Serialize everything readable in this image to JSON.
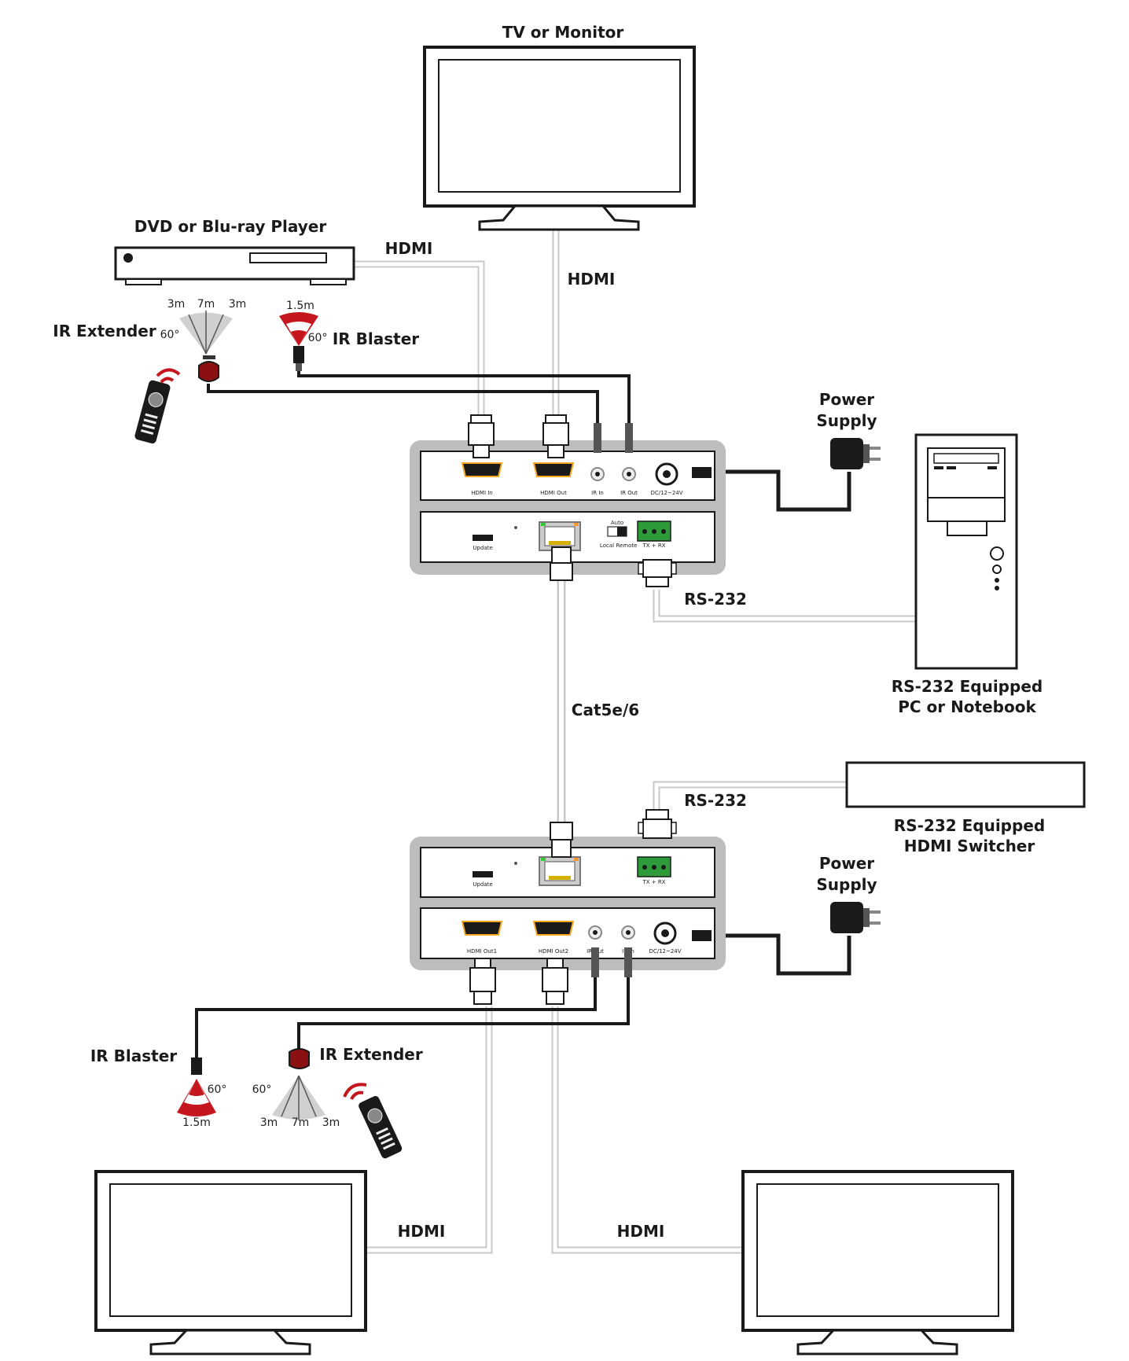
{
  "labels": {
    "tv_monitor": "TV or Monitor",
    "dvd_player": "DVD or Blu-ray Player",
    "hdmi": "HDMI",
    "ir_extender": "IR Extender",
    "ir_blaster": "IR Blaster",
    "power_supply_line1": "Power",
    "power_supply_line2": "Supply",
    "rs232": "RS-232",
    "pc_line1": "RS-232 Equipped",
    "pc_line2": "PC or Notebook",
    "cat": "Cat5e/6",
    "switcher_line1": "RS-232 Equipped",
    "switcher_line2": "HDMI Switcher"
  },
  "ir_range": {
    "extender_side": "3m",
    "extender_center": "7m",
    "blaster_range": "1.5m",
    "angle": "60°"
  },
  "tx_panel": {
    "hdmi_in": "HDMI In",
    "hdmi_out": "HDMI Out",
    "ir_in": "IR In",
    "ir_out": "IR Out",
    "dc": "DC/12~24V",
    "update": "Update",
    "auto": "Auto",
    "local": "Local",
    "remote": "Remote",
    "txrx": "TX + RX"
  },
  "rx_panel": {
    "hdmi_out1": "HDMI Out1",
    "hdmi_out2": "HDMI Out2",
    "ir_out": "IR Out",
    "ir_in": "IR In",
    "dc": "DC/12~24V",
    "update": "Update",
    "txrx": "TX + RX"
  },
  "colors": {
    "cable_dark": "#1a1a1a",
    "cable_light": "#c8c8c8",
    "ir_red": "#c4161c",
    "terminal_green": "#2e9b3a",
    "panel_grey": "#bdbdbd"
  }
}
